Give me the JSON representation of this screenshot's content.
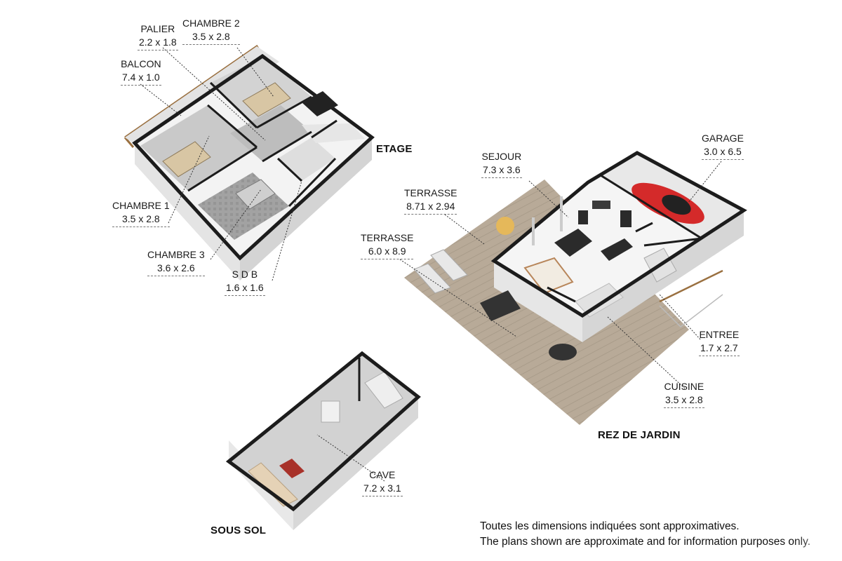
{
  "floors": {
    "etage": "ETAGE",
    "rez": "REZ DE JARDIN",
    "sous_sol": "SOUS SOL"
  },
  "rooms": {
    "palier": {
      "name": "PALIER",
      "dim": "2.2 x 1.8"
    },
    "chambre2": {
      "name": "CHAMBRE 2",
      "dim": "3.5 x 2.8"
    },
    "balcon": {
      "name": "BALCON",
      "dim": "7.4 x 1.0"
    },
    "chambre1": {
      "name": "CHAMBRE 1",
      "dim": "3.5 x 2.8"
    },
    "chambre3": {
      "name": "CHAMBRE 3",
      "dim": "3.6 x 2.6"
    },
    "sdb": {
      "name": "S D B",
      "dim": "1.6 x 1.6"
    },
    "sejour": {
      "name": "SEJOUR",
      "dim": "7.3 x 3.6"
    },
    "garage": {
      "name": "GARAGE",
      "dim": "3.0 x 6.5"
    },
    "terrasse1": {
      "name": "TERRASSE",
      "dim": "8.71 x 2.94"
    },
    "terrasse2": {
      "name": "TERRASSE",
      "dim": "6.0 x 8.9"
    },
    "entree": {
      "name": "ENTREE",
      "dim": "1.7 x 2.7"
    },
    "cuisine": {
      "name": "CUISINE",
      "dim": "3.5 x 2.8"
    },
    "cave": {
      "name": "CAVE",
      "dim": "7.2 x 3.1"
    }
  },
  "disclaimer": {
    "fr": "Toutes les dimensions indiquées sont approximatives.",
    "en": "The plans shown are approximate and for information purposes only."
  },
  "colors": {
    "wall_top": "#1c1c1c",
    "wall_side": "#e9e9e9",
    "floor_tile": "#a9a9a9",
    "floor_concrete": "#cfcfcf",
    "deck": "#b8aa98",
    "car": "#d42a2a",
    "sofa": "#2b2b2b",
    "wood": "#b8865a"
  }
}
